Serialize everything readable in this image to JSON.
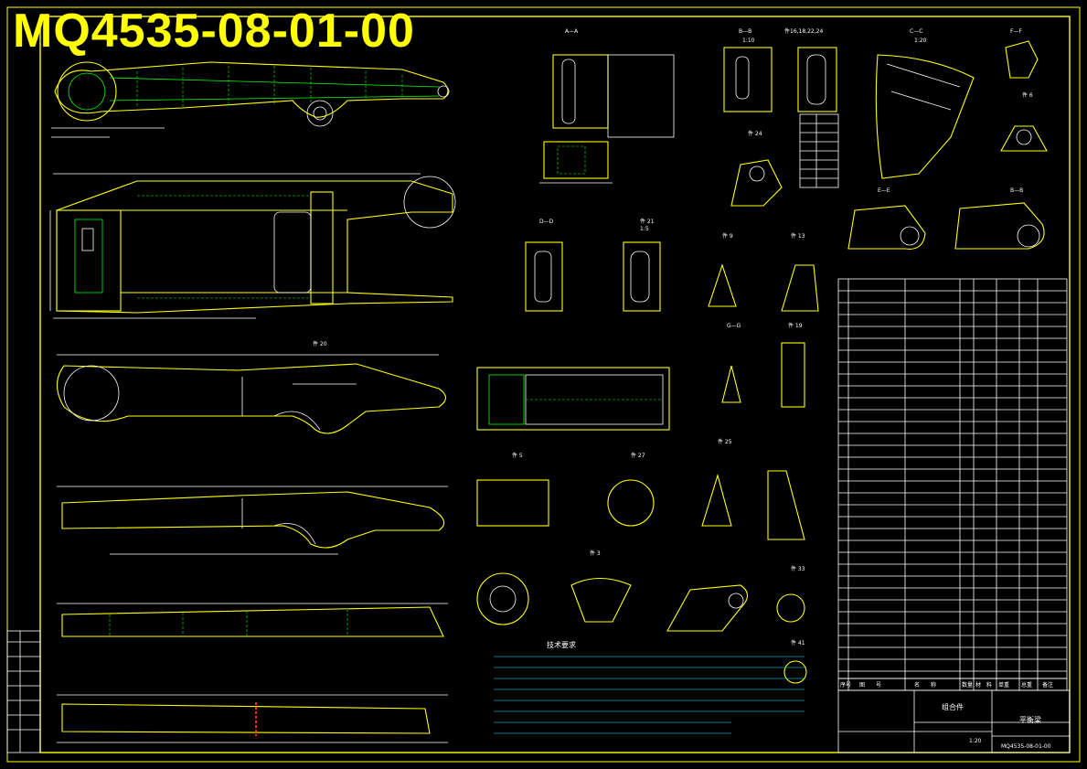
{
  "drawing_number": "MQ4535-08-01-00",
  "title_block": {
    "assembly_label": "组合件",
    "part_name": "平衡梁",
    "code": "MQ4535-08-01-00",
    "scale": "1:20",
    "header": [
      "序号",
      "图　　号",
      "名　　称",
      "数量",
      "材　料",
      "单重",
      "总重",
      "备注"
    ]
  },
  "notes_title": "技术要求",
  "view_labels": {
    "aa": "A—A",
    "bb": "B—B",
    "cc": "C—C",
    "ee": "E—E",
    "dd": "D—D",
    "ff": "F—F",
    "gg": "G—G",
    "part3": "件 3",
    "part5": "件 5",
    "part6": "件 6",
    "part9": "件 9",
    "part13": "件 13",
    "part19": "件 19",
    "part20": "件 20",
    "part21": "件 21",
    "part24": "件 24",
    "part25": "件 25",
    "part27": "件 27",
    "part33": "件 33",
    "part41": "件 41",
    "pieces": "件16,18,22,24"
  },
  "scale_labels": {
    "s1": "1:10",
    "s2": "1:20",
    "s3": "1:5"
  },
  "colors": {
    "outline": "#ffff00",
    "dimension": "#ffffff",
    "hatch": "#00ffff",
    "weld": "#00ff00",
    "frame": "#ffff00"
  }
}
